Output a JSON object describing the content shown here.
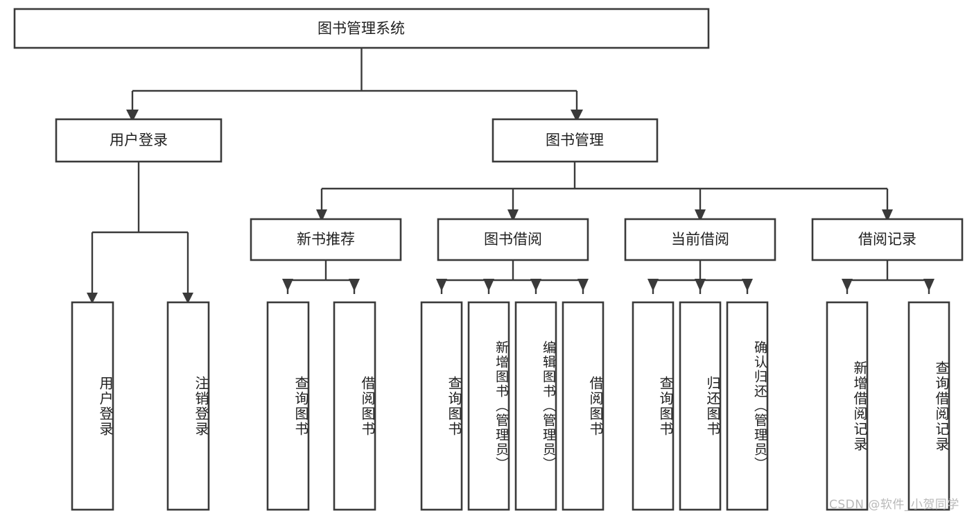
{
  "diagram": {
    "type": "tree-hierarchy",
    "title_node": "图书管理系统",
    "colors": {
      "stroke": "#3a3a3a",
      "fill": "#ffffff",
      "text": "#1f1f1f",
      "background": "#ffffff",
      "watermark": "#b9b9b9"
    },
    "levels": {
      "root": {
        "label": "图书管理系统"
      },
      "level1": [
        {
          "label": "用户登录"
        },
        {
          "label": "图书管理"
        }
      ],
      "level2": [
        {
          "label": "新书推荐"
        },
        {
          "label": "图书借阅"
        },
        {
          "label": "当前借阅"
        },
        {
          "label": "借阅记录"
        }
      ],
      "leaves": {
        "user_login": [
          {
            "label": "用户登录"
          },
          {
            "label": "注销登录"
          }
        ],
        "new_book_recommend": [
          {
            "label": "查询图书"
          },
          {
            "label": "借阅图书"
          }
        ],
        "book_borrow": [
          {
            "label": "查询图书"
          },
          {
            "label": "新增图书（管理员）"
          },
          {
            "label": "编辑图书（管理员）"
          },
          {
            "label": "借阅图书"
          }
        ],
        "current_borrow": [
          {
            "label": "查询图书"
          },
          {
            "label": "归还图书"
          },
          {
            "label": "确认归还（管理员）"
          }
        ],
        "borrow_record": [
          {
            "label": "新增借阅记录"
          },
          {
            "label": "查询借阅记录"
          }
        ]
      }
    }
  },
  "watermark": {
    "text": "CSDN @软件_小贺同学"
  }
}
